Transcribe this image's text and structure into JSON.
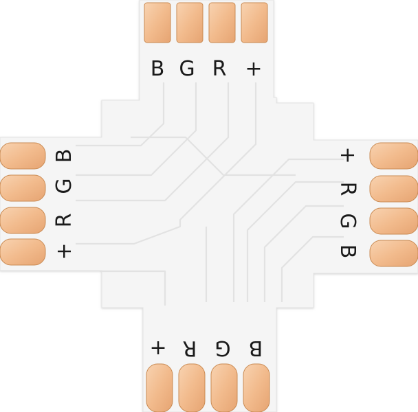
{
  "connector": {
    "top_labels": [
      "B",
      "G",
      "R",
      "+"
    ],
    "left_labels": [
      "B",
      "G",
      "R",
      "+"
    ],
    "right_labels": [
      "+",
      "R",
      "G",
      "B"
    ],
    "bottom_labels": [
      "+",
      "R",
      "G",
      "B"
    ]
  },
  "colors": {
    "board": "#f4f4f4",
    "copper_light": "#f6c9a2",
    "copper_dark": "#e9a979",
    "silkscreen": "#1a1a1a"
  }
}
